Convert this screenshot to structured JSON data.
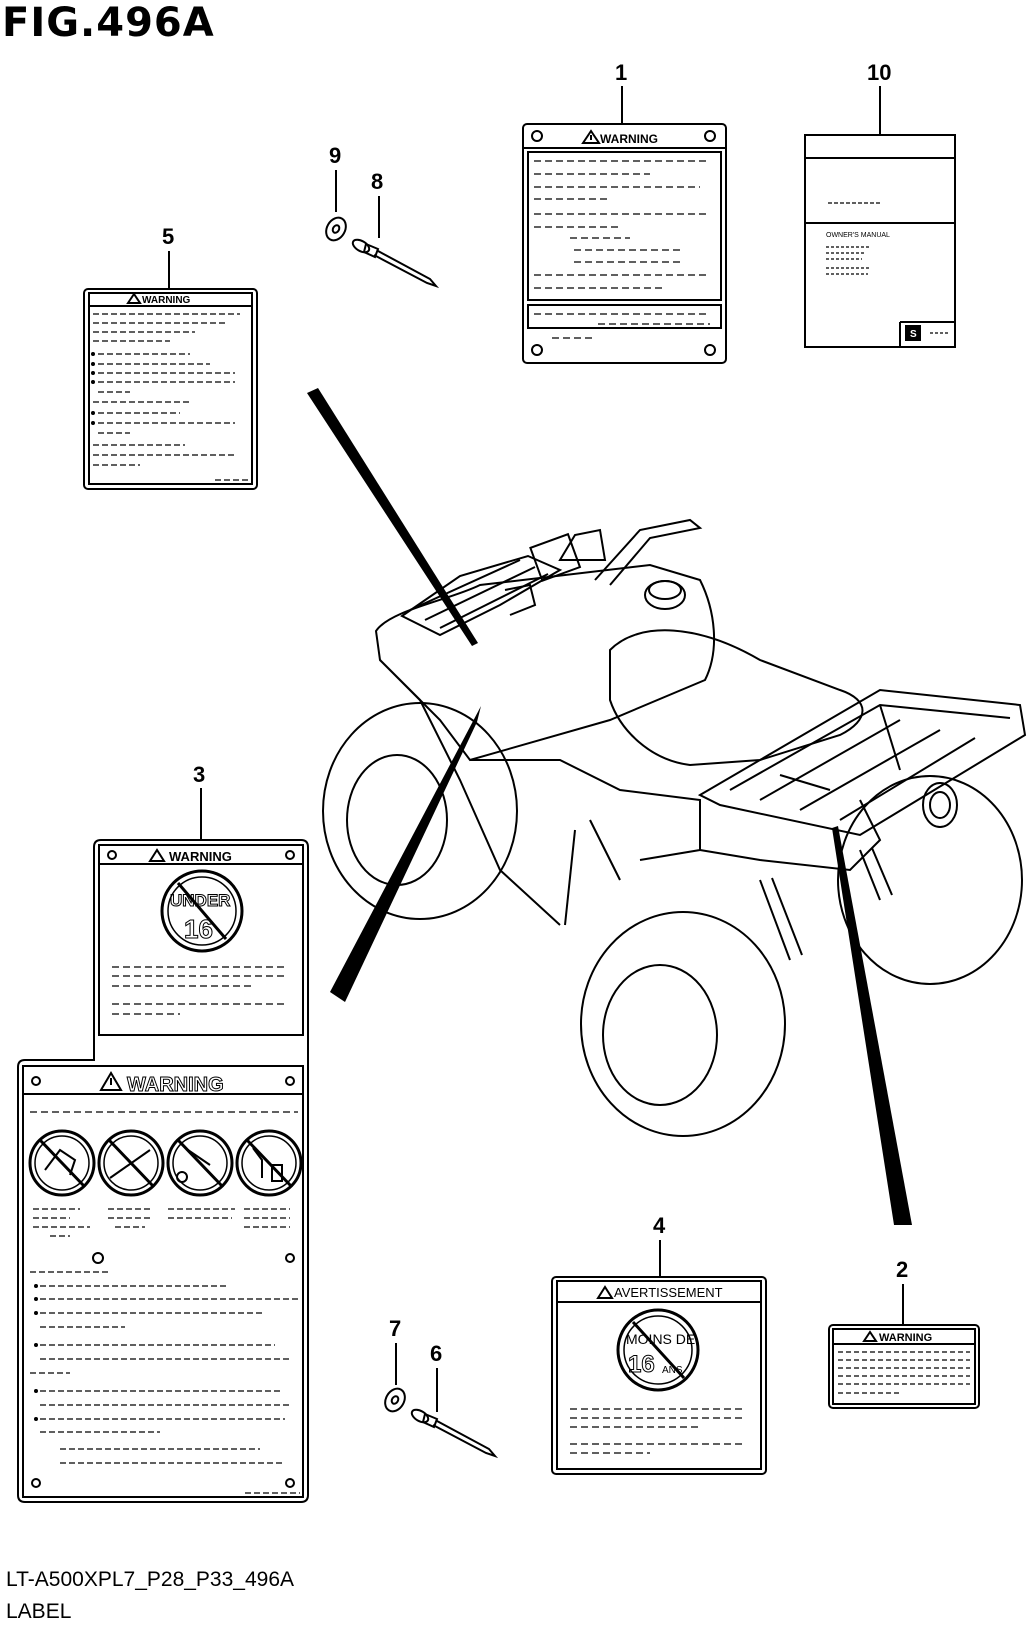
{
  "figure": {
    "title": "FIG.496A",
    "code": "LT-A500XPL7_P28_P33_496A",
    "description": "LABEL"
  },
  "callouts": [
    "1",
    "2",
    "3",
    "4",
    "5",
    "6",
    "7",
    "8",
    "9",
    "10"
  ],
  "labels": {
    "warning": "WARNING",
    "avertissement": "AVERTISSEMENT",
    "under": "UNDER",
    "age": "16",
    "moins_de": "MOINS DE",
    "ans": "ANS",
    "owners_manual": "OWNER'S MANUAL",
    "brand_mark": "S"
  },
  "icons": [
    "warning-triangle-icon",
    "no-passenger-icon",
    "no-paved-road-icon",
    "no-stunt-icon",
    "no-alcohol-icon",
    "manual-logo-icon",
    "rivet-icon",
    "washer-icon"
  ]
}
